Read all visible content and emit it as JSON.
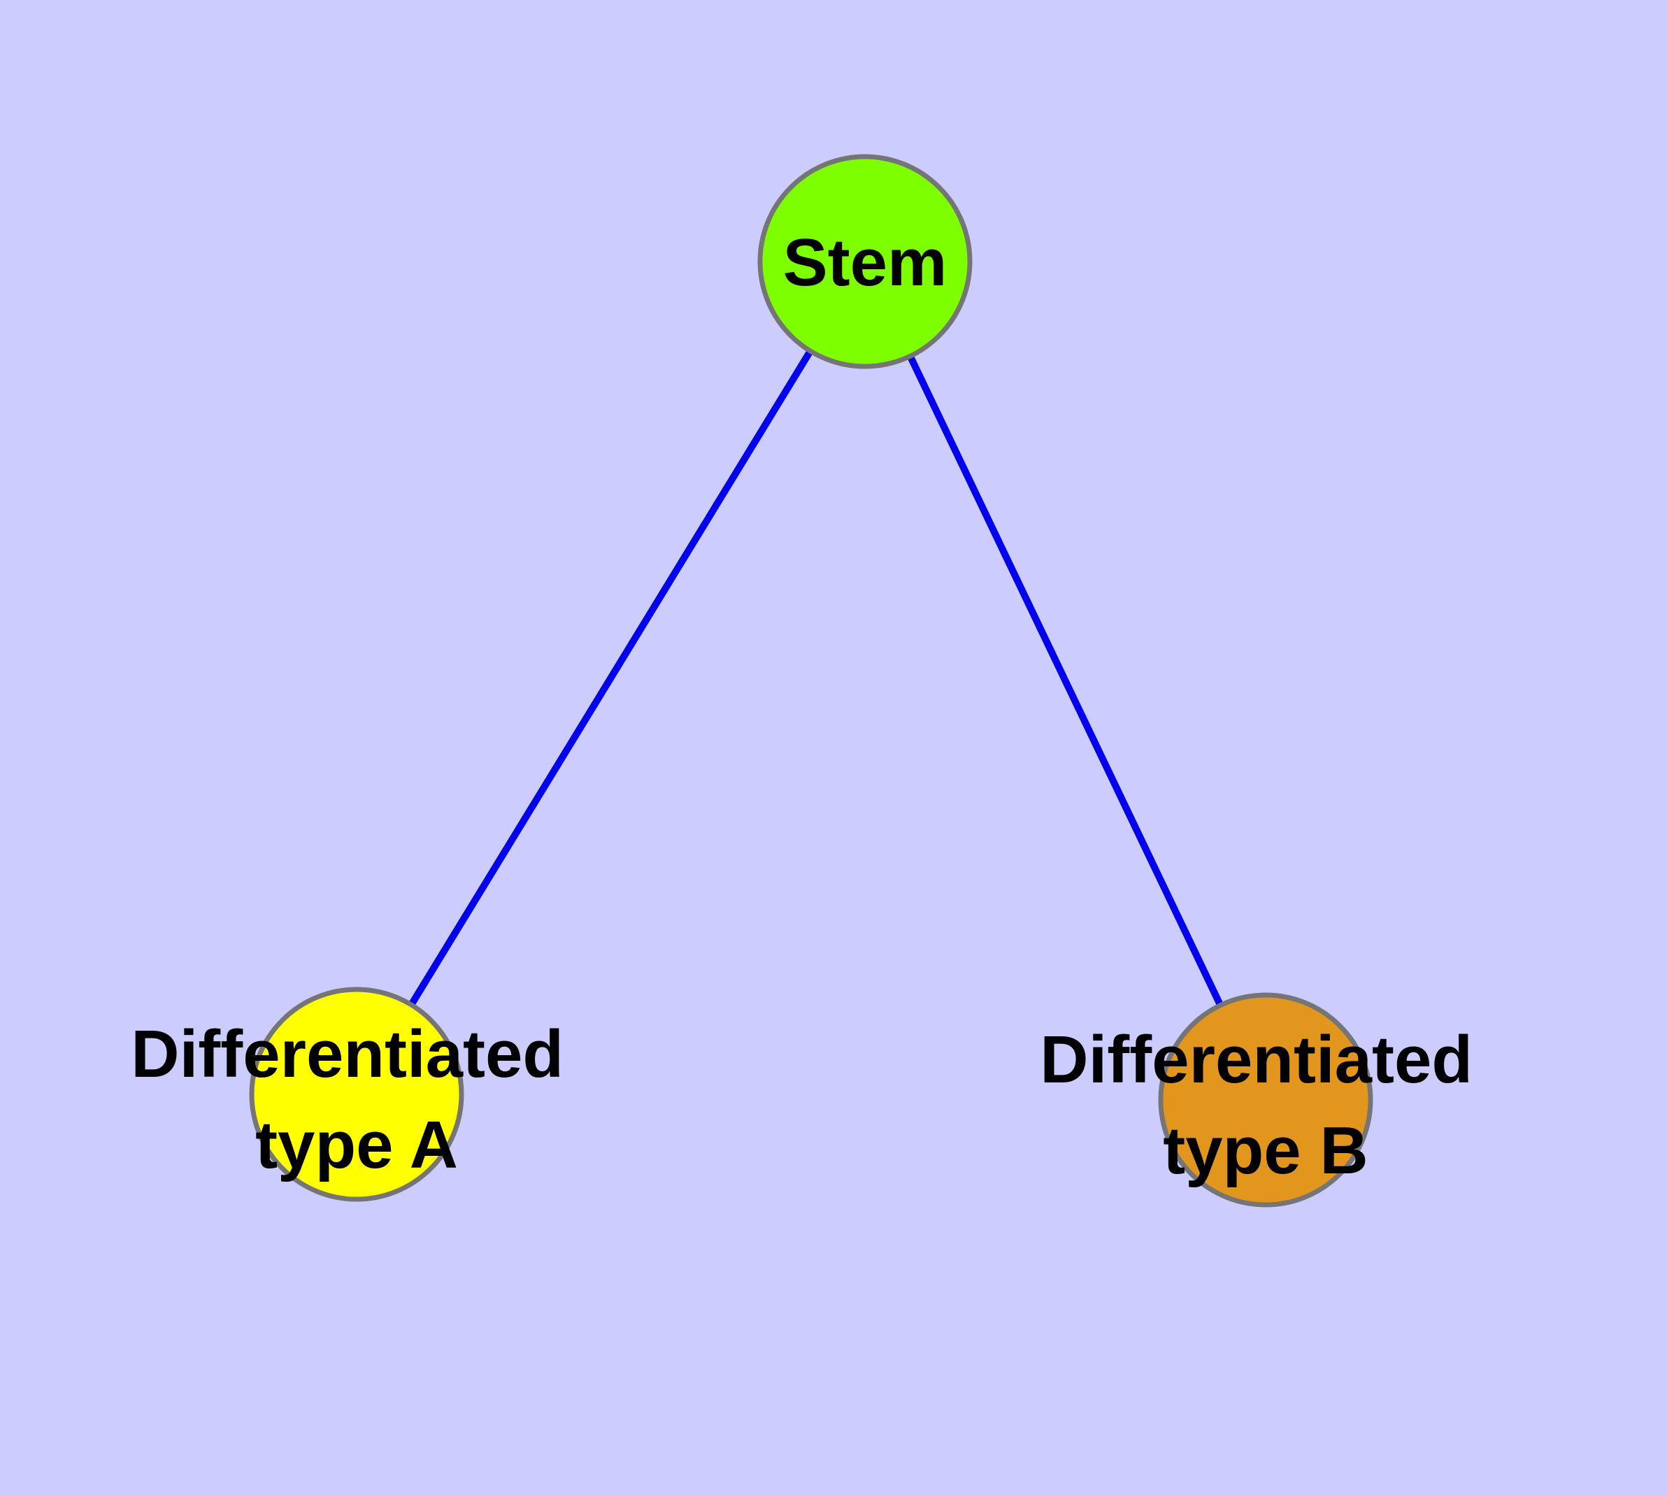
{
  "diagram": {
    "background_color": "#CCCCFF",
    "edge_color": "#0000EE",
    "node_border_color": "#757575",
    "label_color": "#000000",
    "nodes": {
      "stem": {
        "label": "Stem",
        "color": "#7DFF00"
      },
      "type_a": {
        "label": "Differentiated type A",
        "label_line1": "Differentiated",
        "label_line2": "type A",
        "color": "#FFFF00"
      },
      "type_b": {
        "label": "Differentiated type B",
        "label_line1": "Differentiated",
        "label_line2": "type B",
        "color": "#E2961E"
      }
    },
    "edges": [
      {
        "from": "Stem",
        "to": "Differentiated type A"
      },
      {
        "from": "Stem",
        "to": "Differentiated type B"
      }
    ]
  }
}
